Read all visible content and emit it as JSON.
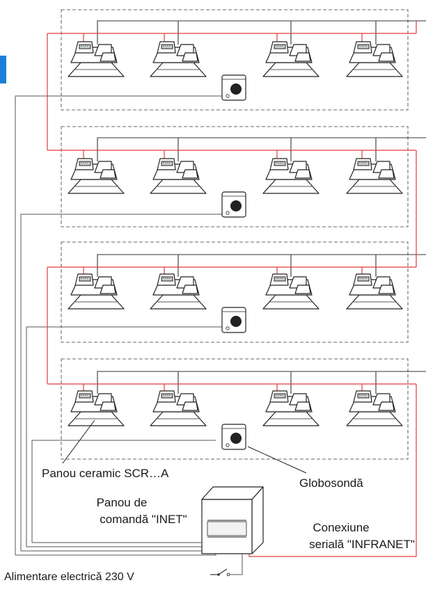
{
  "labels": {
    "heater_panel": "Panou ceramic SCR…A",
    "globe_sensor": "Globosondă",
    "control_panel_line1": "Panou de",
    "control_panel_line2": "comandă \"INET\"",
    "serial_line1": "Conexiune",
    "serial_line2": "serială \"INFRANET\"",
    "power_supply": "Alimentare electrică 230 V"
  },
  "zones": [
    {
      "heaters": 4,
      "sensor": true
    },
    {
      "heaters": 4,
      "sensor": true
    },
    {
      "heaters": 4,
      "sensor": true
    },
    {
      "heaters": 4,
      "sensor": true
    }
  ],
  "colors": {
    "serial_wire": "#e33a3a",
    "power_wire": "#333333",
    "sensor_wire": "#555555",
    "badge": "#1e7fd6"
  },
  "icons": {
    "heater": "ceramic-heater-icon",
    "sensor": "globe-sensor-icon",
    "control": "control-panel-icon",
    "switch": "switch-icon"
  }
}
